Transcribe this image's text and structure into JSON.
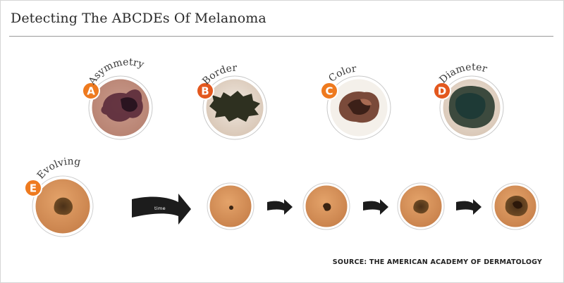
{
  "title": "Detecting The ABCDEs Of Melanoma",
  "source": "SOURCE: THE AMERICAN ACADEMY OF DERMATOLOGY",
  "time_arrow_label": "time",
  "colors": {
    "badge_orange": "#ee7a1f",
    "skin_tan": "#d8915a",
    "rule": "#9a9a9a"
  },
  "signs": [
    {
      "letter": "A",
      "label": "Asymmetry"
    },
    {
      "letter": "B",
      "label": "Border"
    },
    {
      "letter": "C",
      "label": "Color"
    },
    {
      "letter": "D",
      "label": "Diameter"
    },
    {
      "letter": "E",
      "label": "Evolving"
    }
  ]
}
